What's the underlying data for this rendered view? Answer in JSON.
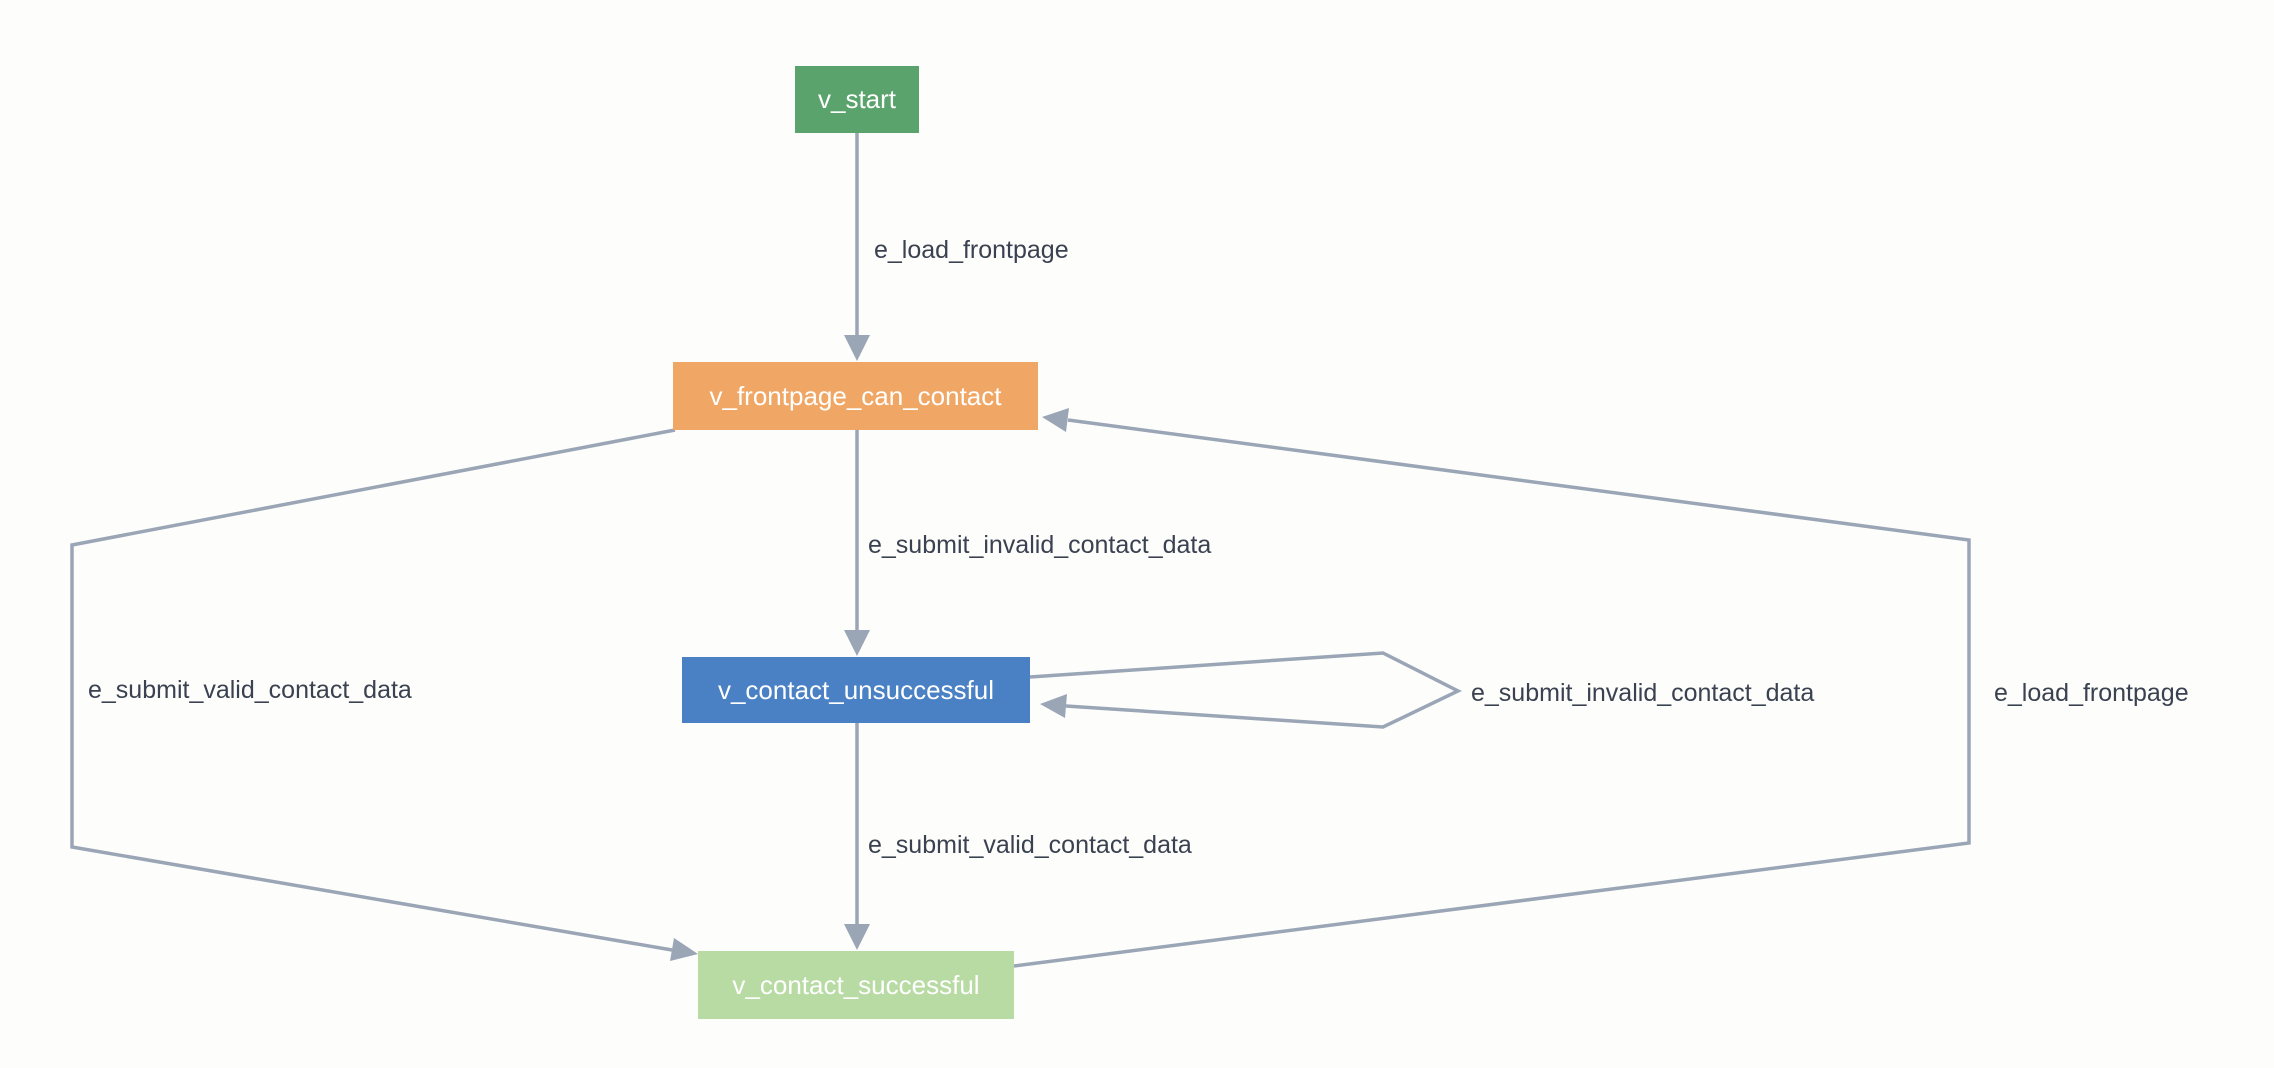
{
  "diagram": {
    "background": "#fdfdfb",
    "edge_color": "#9aa5b6",
    "label_color": "#3a4150",
    "nodes": [
      {
        "id": "v_start",
        "label": "v_start",
        "color": "#5aa36c",
        "text_color": "#ffffff"
      },
      {
        "id": "v_frontpage_can_contact",
        "label": "v_frontpage_can_contact",
        "color": "#f0a765",
        "text_color": "#ffffff"
      },
      {
        "id": "v_contact_unsuccessful",
        "label": "v_contact_unsuccessful",
        "color": "#4a81c4",
        "text_color": "#ffffff"
      },
      {
        "id": "v_contact_successful",
        "label": "v_contact_successful",
        "color": "#b8dba4",
        "text_color": "#ffffff"
      }
    ],
    "edges": [
      {
        "from": "v_start",
        "to": "v_frontpage_can_contact",
        "label": "e_load_frontpage"
      },
      {
        "from": "v_frontpage_can_contact",
        "to": "v_contact_unsuccessful",
        "label": "e_submit_invalid_contact_data"
      },
      {
        "from": "v_contact_unsuccessful",
        "to": "v_contact_unsuccessful",
        "label": "e_submit_invalid_contact_data"
      },
      {
        "from": "v_frontpage_can_contact",
        "to": "v_contact_successful",
        "label": "e_submit_valid_contact_data"
      },
      {
        "from": "v_contact_unsuccessful",
        "to": "v_contact_successful",
        "label": "e_submit_valid_contact_data"
      },
      {
        "from": "v_contact_successful",
        "to": "v_frontpage_can_contact",
        "label": "e_load_frontpage"
      }
    ]
  }
}
